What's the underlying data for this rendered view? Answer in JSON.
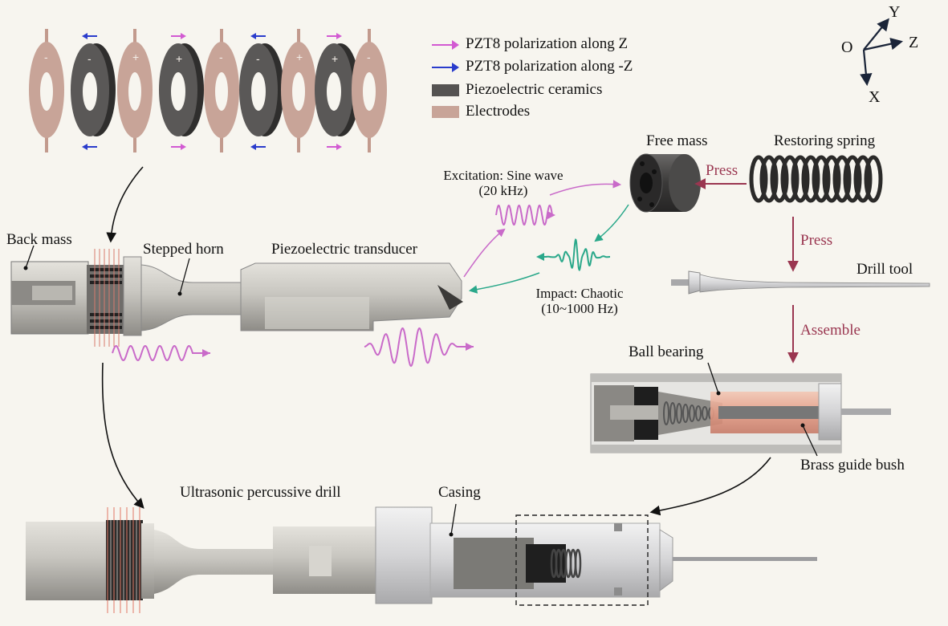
{
  "legend": {
    "items": [
      {
        "label": "PZT8 polarization along Z",
        "kind": "arrow",
        "color": "#d25ad2"
      },
      {
        "label": "PZT8 polarization along -Z",
        "kind": "arrow",
        "color": "#2a3ccc"
      },
      {
        "label": "Piezoelectric ceramics",
        "kind": "box",
        "color": "#555352"
      },
      {
        "label": "Electrodes",
        "kind": "box",
        "color": "#c8a498"
      }
    ]
  },
  "axes": {
    "origin": "O",
    "y": "Y",
    "z": "Z",
    "x": "X"
  },
  "stack_signs": [
    "-",
    "-",
    "+",
    "+",
    "-",
    "-",
    "+",
    "+",
    "-"
  ],
  "labels": {
    "back_mass": "Back mass",
    "stepped_horn": "Stepped horn",
    "piezo_transducer": "Piezoelectric transducer",
    "excitation_line1": "Excitation: Sine wave",
    "excitation_line2": "(20 kHz)",
    "impact_line1": "Impact: Chaotic",
    "impact_line2": "(10~1000 Hz)",
    "free_mass": "Free mass",
    "restoring_spring": "Restoring spring",
    "press1": "Press",
    "press2": "Press",
    "drill_tool": "Drill tool",
    "assemble": "Assemble",
    "ball_bearing": "Ball bearing",
    "brass_guide_bush": "Brass guide bush",
    "ultrasonic_drill": "Ultrasonic percussive drill",
    "casing": "Casing"
  },
  "colors": {
    "pink_wave": "#c96ac9",
    "teal_wave": "#2aa88a",
    "press_arrow": "#9a3650",
    "metal": "#c4c2bd",
    "ceramic": "#4d4b4a",
    "electrode": "#c8a498"
  }
}
